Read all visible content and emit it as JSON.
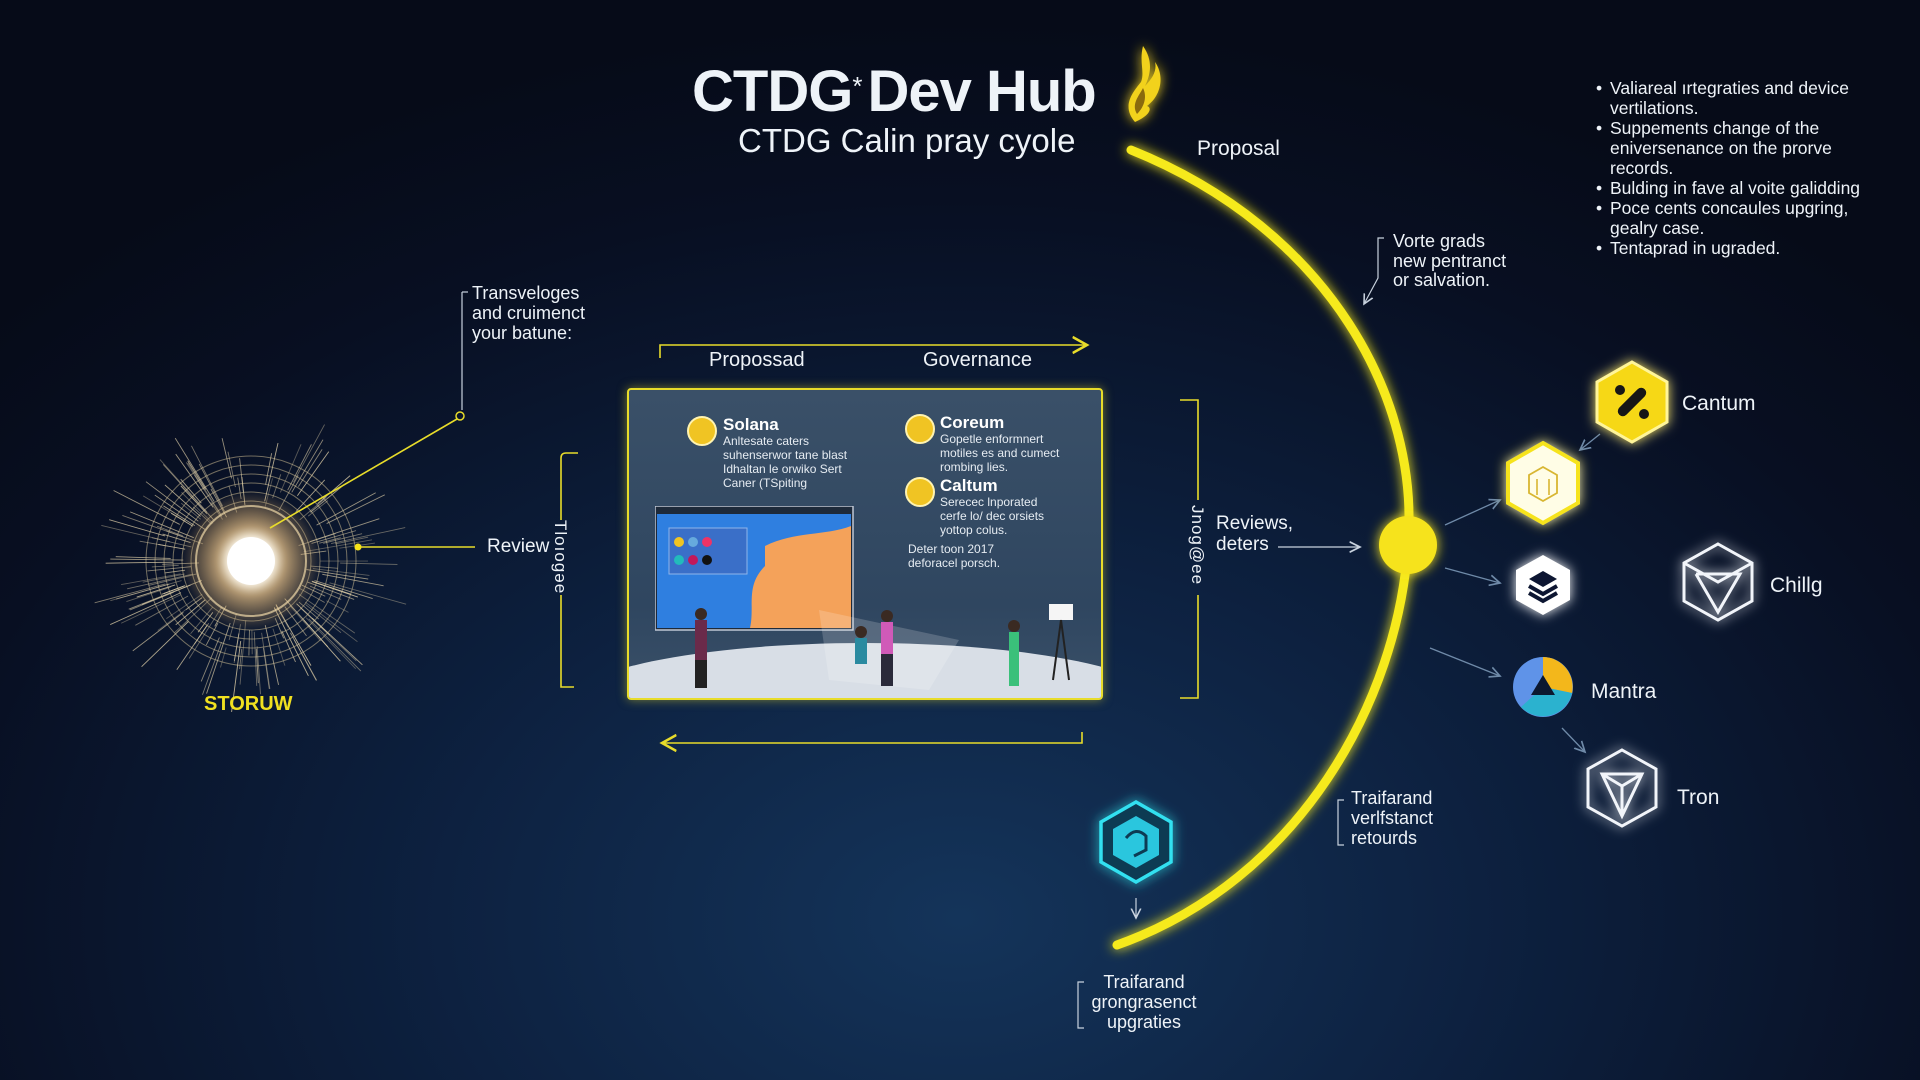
{
  "header": {
    "title_part1": "CTDG",
    "title_mark": "*",
    "title_part2": "Dev Hub",
    "subtitle": "CTDG Calin pray cyole"
  },
  "cycle": {
    "start_label": "Proposal",
    "vote_note": [
      "Vorte grads",
      "new pentranct",
      "or salvation."
    ],
    "reviews_label": [
      "Reviews,",
      "deters"
    ],
    "verify_note": [
      "Traifarand",
      "verlfstanct",
      "retourds"
    ],
    "upgrade_note": [
      "Traifarand",
      "grongrasenct",
      "upgraties"
    ]
  },
  "bullets": [
    [
      "Valiareal ırtegraties and device",
      "vertilations."
    ],
    [
      "Suppements change of the",
      "eniversenance on the prorve",
      " records."
    ],
    [
      "Bulding in fave al voite galidding"
    ],
    [
      "Poce cents concaules upgring,",
      "gealry case."
    ],
    [
      "Tentaprad in ugraded."
    ]
  ],
  "left": {
    "core_label": "STORUW",
    "transveloges_note": [
      "Transveloges",
      "and cruimenct",
      "your batune:"
    ],
    "review_label": "Review",
    "left_vertical": "Tloıogəe",
    "right_vertical": "Jnog@ee"
  },
  "flow": {
    "top_left_label": "Propossad",
    "top_right_label": "Governance"
  },
  "panel": {
    "cards": [
      {
        "title": "Solana",
        "lines": [
          "Anltesate caters",
          "suhenserwor tane blast",
          "Idhaltan le orwiko Sert",
          "Caner (TSpiting"
        ]
      },
      {
        "title": "Coreum",
        "lines": [
          "Gopetle enformnert",
          "motiles es and cumect",
          "rombing lies."
        ]
      },
      {
        "title": "Caltum",
        "lines": [
          "Serecec lnporated",
          "cerfe lo/ dec orsiets",
          "yottop colus."
        ]
      }
    ],
    "note": [
      "Deter toon 2017",
      "deforacel porsch."
    ]
  },
  "networks": [
    {
      "name": "Cantum"
    },
    {
      "name": "Chillg"
    },
    {
      "name": "Mantra"
    },
    {
      "name": "Tron"
    }
  ],
  "colors": {
    "accent": "#f5e51e",
    "cyan": "#28d3e6",
    "text": "#eef3f8",
    "panel": "#34495f"
  }
}
